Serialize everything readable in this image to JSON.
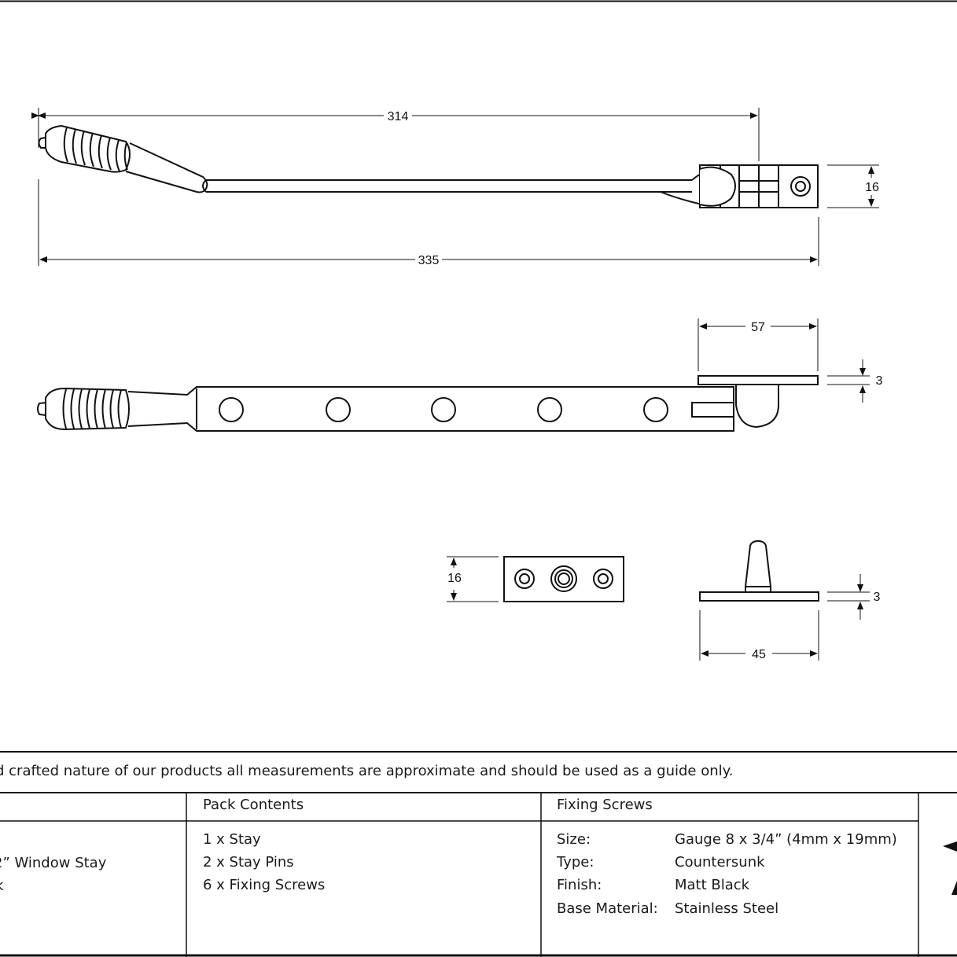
{
  "dimensions": {
    "stay_length": "314",
    "overall_length": "335",
    "bracket_height": "16",
    "bracket_length": "57",
    "plate_thickness_top": "3",
    "pin_plate_height": "16",
    "pin_plate_thickness": "3",
    "pin_plate_length": "45"
  },
  "disclaimer": "d crafted nature of our products all measurements are approximate and should be used as a guide only.",
  "product": {
    "line1": "2” Window Stay",
    "line2": "k"
  },
  "pack_contents": {
    "header": "Pack Contents",
    "items": [
      "1 x Stay",
      "2 x Stay Pins",
      "6 x Fixing Screws"
    ]
  },
  "fixing_screws": {
    "header": "Fixing Screws",
    "rows": [
      {
        "label": "Size:",
        "value": "Gauge 8 x 3/4” (4mm x 19mm)"
      },
      {
        "label": "Type:",
        "value": "Countersunk"
      },
      {
        "label": "Finish:",
        "value": "Matt Black"
      },
      {
        "label": "Base Material:",
        "value": "Stainless Steel"
      }
    ]
  }
}
